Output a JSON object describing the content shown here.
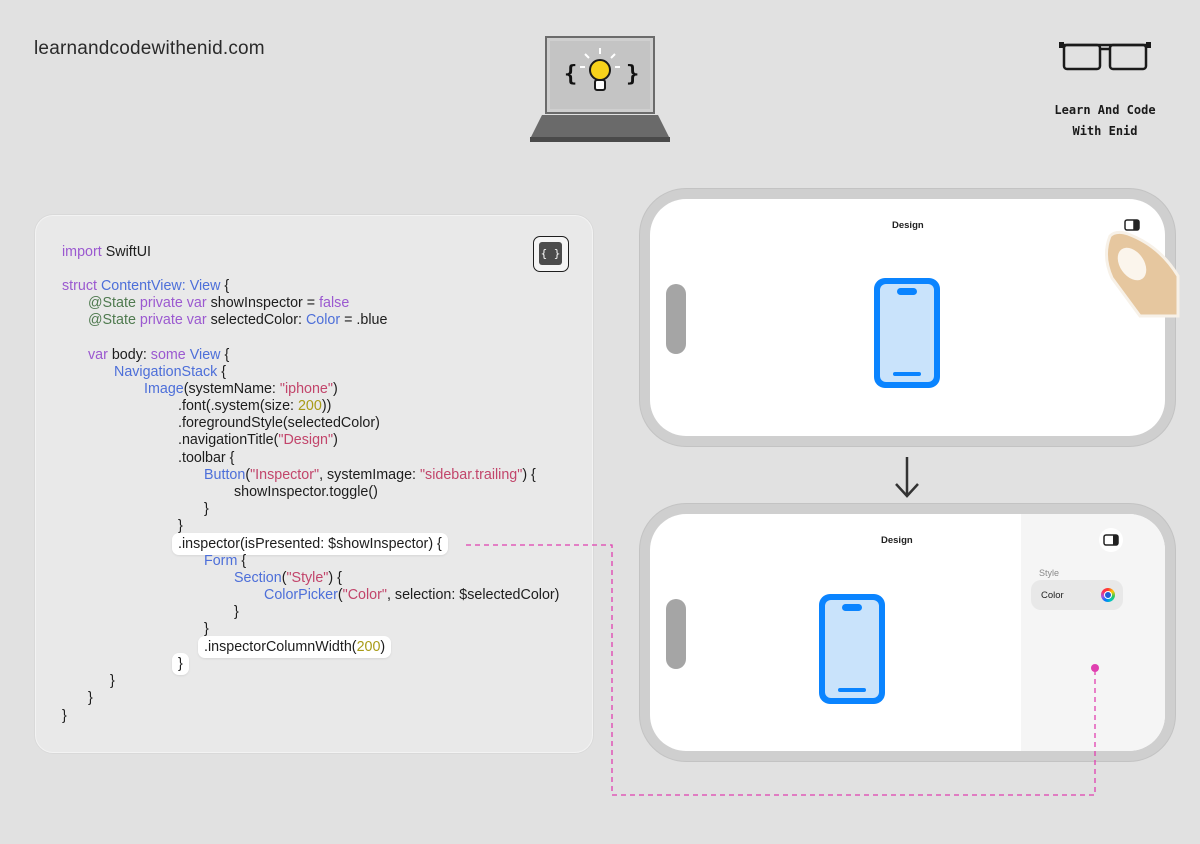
{
  "header": {
    "site_url": "learnandcodewithenid.com",
    "brand_line1": "Learn And Code",
    "brand_line2": "With Enid"
  },
  "icons": {
    "laptop": "laptop-lightbulb-icon",
    "glasses": "glasses-icon",
    "code_button": "code-braces-icon",
    "sidebar_toggle": "sidebar-trailing-icon",
    "iphone": "iphone-icon",
    "arrow": "arrow-down-icon",
    "finger": "tap-finger-icon"
  },
  "code_button": {
    "label": "{ }"
  },
  "code": {
    "import_kw": "import",
    "import_mod": " SwiftUI",
    "struct_kw": "struct",
    "struct_name": " ContentView: ",
    "struct_type": "View",
    "struct_brace": " {",
    "state1_attr": "@State",
    "state1_kw": " private var",
    "state1_name": " showInspector = ",
    "state1_val": "false",
    "state2_attr": "@State",
    "state2_kw": " private var",
    "state2_name": " selectedColor: ",
    "state2_type": "Color",
    "state2_val": " = .blue",
    "body_kw": "var",
    "body_name": " body: ",
    "body_some": "some",
    "body_type": " View",
    "body_brace": " {",
    "navstack": "NavigationStack",
    "navstack_brace": " {",
    "image_type": "Image",
    "image_arg": "(systemName: ",
    "image_str": "\"iphone\"",
    "image_close": ")",
    "font_a": ".font(.system(size: ",
    "font_num": "200",
    "font_b": "))",
    "fg": ".foregroundStyle(selectedColor)",
    "navtitle_a": ".navigationTitle(",
    "navtitle_str": "\"Design\"",
    "navtitle_b": ")",
    "toolbar": ".toolbar {",
    "button_type": "Button",
    "button_a": "(",
    "button_str1": "\"Inspector\"",
    "button_b": ", systemImage: ",
    "button_str2": "\"sidebar.trailing\"",
    "button_c": ") {",
    "toggle": "showInspector.toggle()",
    "close_brace": "}",
    "inspector_line": ".inspector(isPresented: $showInspector) {",
    "form_type": "Form",
    "form_brace": " {",
    "section_type": "Section",
    "section_a": "(",
    "section_str": "\"Style\"",
    "section_b": ") {",
    "picker_type": "ColorPicker",
    "picker_a": "(",
    "picker_str": "\"Color\"",
    "picker_b": ", selection: $selectedColor)",
    "width_a": ".inspectorColumnWidth(",
    "width_num": "200",
    "width_b": ")"
  },
  "phone_top": {
    "nav_title": "Design"
  },
  "phone_bottom": {
    "nav_title": "Design",
    "section_header": "Style",
    "color_label": "Color"
  },
  "colors": {
    "accent_blue": "#0a84ff",
    "screen_fill": "#c9e3fb",
    "connector_pink": "#e040b0",
    "keyword": "#9b59d0",
    "type": "#4d6fd9",
    "string": "#c2456b",
    "number": "#a89b17"
  }
}
